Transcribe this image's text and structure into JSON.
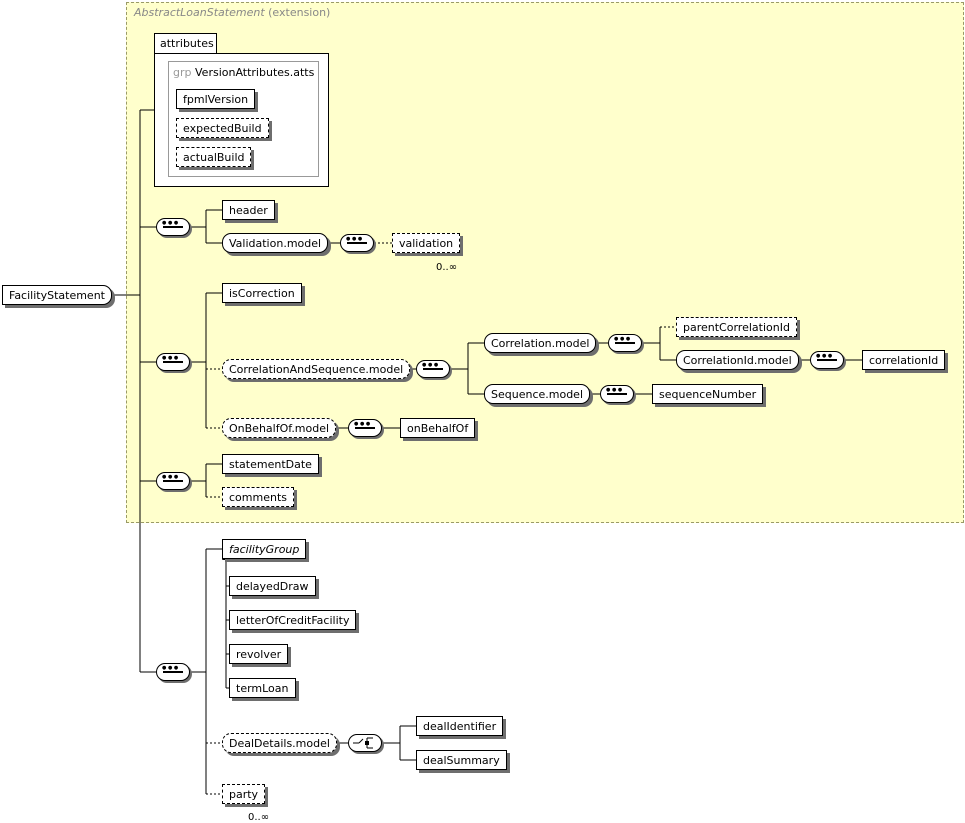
{
  "extension": {
    "base": "AbstractLoanStatement",
    "suffix": "(extension)"
  },
  "attributes": {
    "tab_label": "attributes",
    "group_kind": "grp",
    "group_name": "VersionAttributes.atts",
    "items": [
      "fpmlVersion",
      "expectedBuild",
      "actualBuild"
    ]
  },
  "root": "FacilityStatement",
  "nodes": {
    "header": "header",
    "validation_model": "Validation.model",
    "validation": "validation",
    "validation_card": "0..∞",
    "isCorrection": "isCorrection",
    "correlation_sequence_model": "CorrelationAndSequence.model",
    "correlation_model": "Correlation.model",
    "parentCorrelationId": "parentCorrelationId",
    "correlationId_model": "CorrelationId.model",
    "correlationId": "correlationId",
    "sequence_model": "Sequence.model",
    "sequenceNumber": "sequenceNumber",
    "onBehalfOf_model": "OnBehalfOf.model",
    "onBehalfOf": "onBehalfOf",
    "statementDate": "statementDate",
    "comments": "comments",
    "facilityGroup": "facilityGroup",
    "delayedDraw": "delayedDraw",
    "letterOfCreditFacility": "letterOfCreditFacility",
    "revolver": "revolver",
    "termLoan": "termLoan",
    "dealDetails_model": "DealDetails.model",
    "dealIdentifier": "dealIdentifier",
    "dealSummary": "dealSummary",
    "party": "party",
    "party_card": "0..∞"
  }
}
